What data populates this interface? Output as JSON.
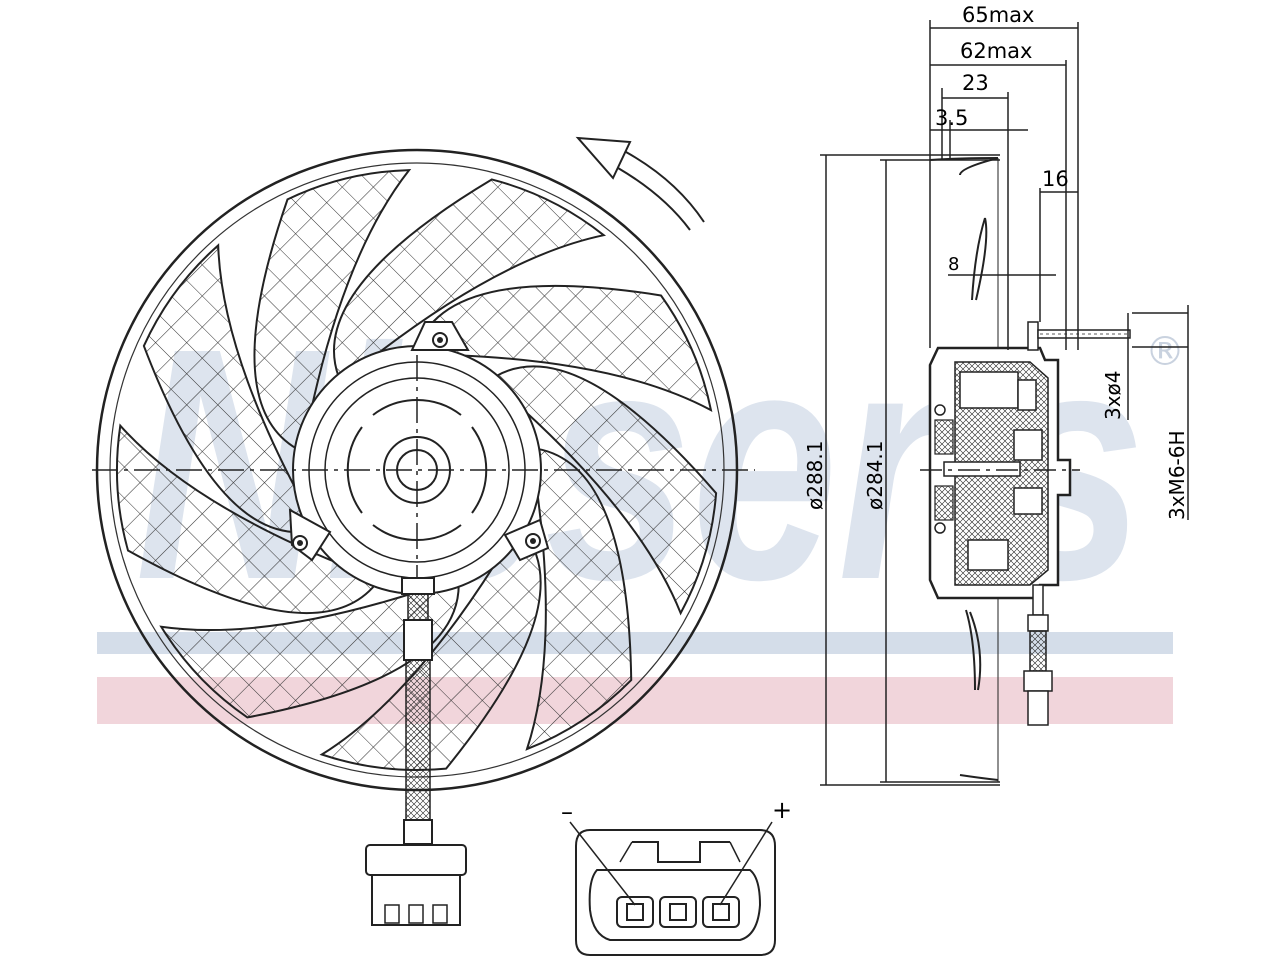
{
  "brand": {
    "logo_text": "Nissens",
    "registered_mark": "®",
    "bar_colors": {
      "blue": "#d4dde9",
      "red": "#f1d5db",
      "logo": "#dde4ee"
    }
  },
  "rotation_arrow_icon": "counter-clockwise-arrow-icon",
  "dimensions": {
    "overall_depth": "65max",
    "body_depth": "62max",
    "hub_depth": "23",
    "flange_offset": "3.5",
    "bolt_offset": "16",
    "blade_thickness": "8",
    "fan_diameter": "ø288.1",
    "blade_diameter": "ø284.1",
    "bolt_spacing": "3xø4",
    "thread_spec": "3xM6-6H"
  },
  "connector": {
    "minus_label": "–",
    "plus_label": "+"
  }
}
